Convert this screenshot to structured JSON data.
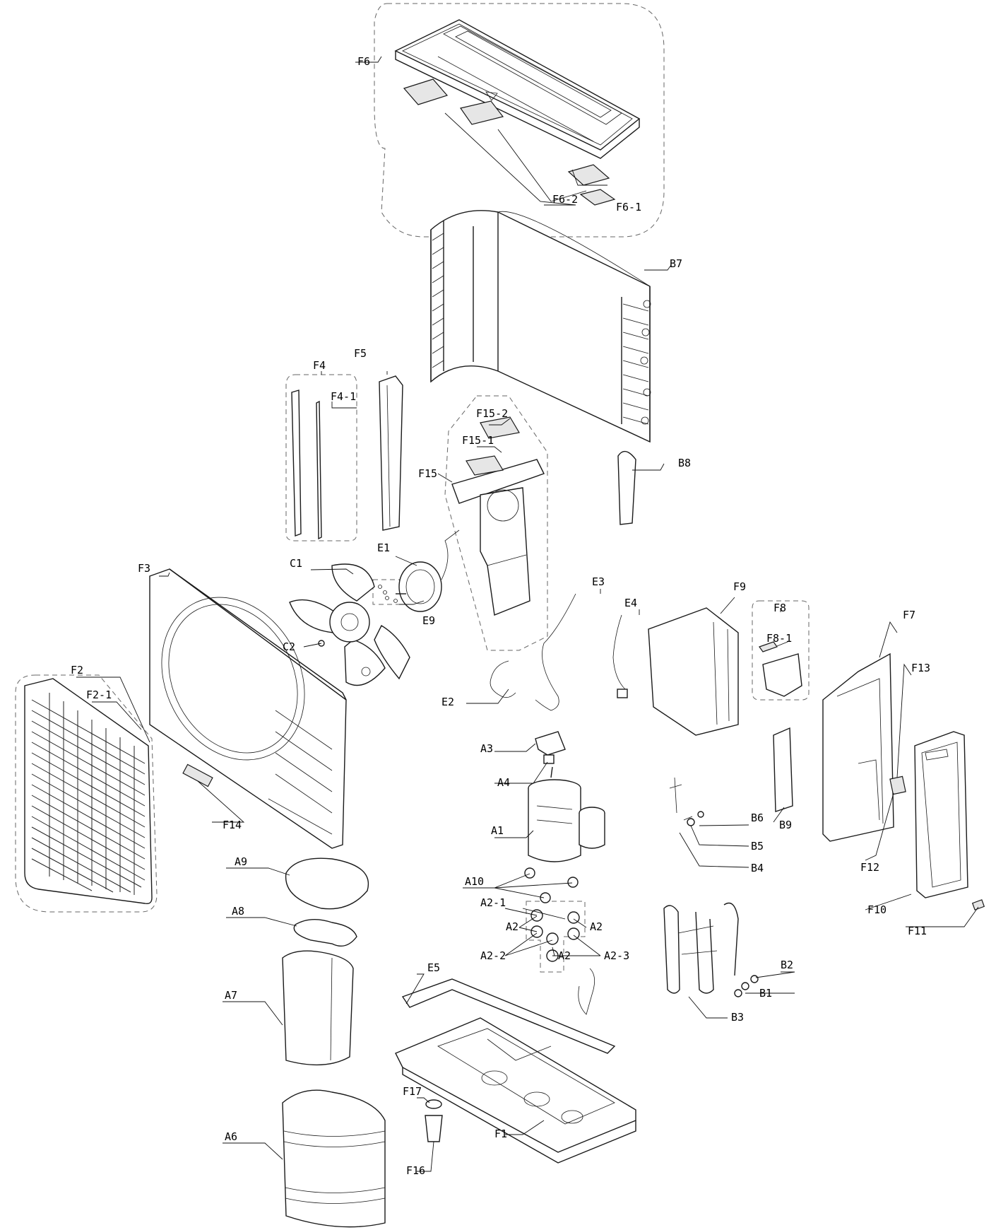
{
  "labels": {
    "F6": "F6",
    "F6_1": "F6-1",
    "F6_2": "F6-2",
    "B7": "B7",
    "F4": "F4",
    "F4_1": "F4-1",
    "F5": "F5",
    "F15": "F15",
    "F15_1": "F15-1",
    "F15_2": "F15-2",
    "B8": "B8",
    "C1": "C1",
    "E1": "E1",
    "E9": "E9",
    "C2": "C2",
    "F3": "F3",
    "E3": "E3",
    "E4": "E4",
    "F9": "F9",
    "F8": "F8",
    "F8_1": "F8-1",
    "F7": "F7",
    "F13": "F13",
    "F2": "F2",
    "F2_1": "F2-1",
    "E2": "E2",
    "A3": "A3",
    "A4": "A4",
    "F14": "F14",
    "B6": "B6",
    "B9": "B9",
    "B5": "B5",
    "B4": "B4",
    "A1": "A1",
    "F12": "F12",
    "A9": "A9",
    "A10": "A10",
    "F10": "F10",
    "F11": "F11",
    "A2_1": "A2-1",
    "A2_left": "A2",
    "A2_right": "A2",
    "A2_bottom": "A2",
    "A2_2": "A2-2",
    "A2_3": "A2-3",
    "A8": "A8",
    "B2": "B2",
    "B1": "B1",
    "B3": "B3",
    "E5": "E5",
    "A7": "A7",
    "F17": "F17",
    "F1": "F1",
    "A6": "A6",
    "F16": "F16"
  },
  "icons": [
    "top-panel-icon",
    "heat-exchanger-icon",
    "fan-blade-icon",
    "fan-motor-icon",
    "compressor-icon",
    "base-pan-icon",
    "front-grille-icon",
    "front-panel-icon",
    "valve-assembly-icon"
  ]
}
